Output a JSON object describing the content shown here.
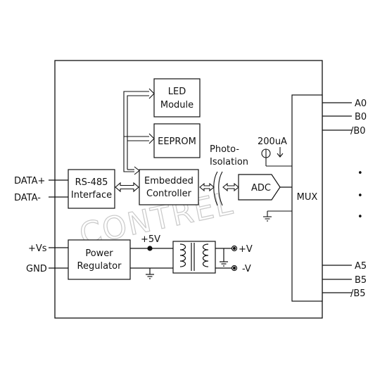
{
  "watermark": "CONTREL",
  "blocks": {
    "led_module": [
      "LED",
      "Module"
    ],
    "eeprom": "EEPROM",
    "rs485": [
      "RS-485",
      "Interface"
    ],
    "embedded_controller": [
      "Embedded",
      "Controller"
    ],
    "adc": "ADC",
    "mux": "MUX",
    "power_regulator": [
      "Power",
      "Regulator"
    ]
  },
  "labels": {
    "photo_isolation": [
      "Photo-",
      "Isolation"
    ],
    "current_source": "200uA",
    "plus5v": "+5V",
    "plus_v": "+V",
    "minus_v": "-V"
  },
  "left_pins": {
    "data_plus": "DATA+",
    "data_minus": "DATA-",
    "vs": "+Vs",
    "gnd": "GND"
  },
  "right_pins": {
    "top": [
      "A0",
      "B0",
      "/B0"
    ],
    "bottom": [
      "A5",
      "B5",
      "/B5"
    ]
  },
  "ellipsis": [
    "•",
    "•",
    "•"
  ]
}
